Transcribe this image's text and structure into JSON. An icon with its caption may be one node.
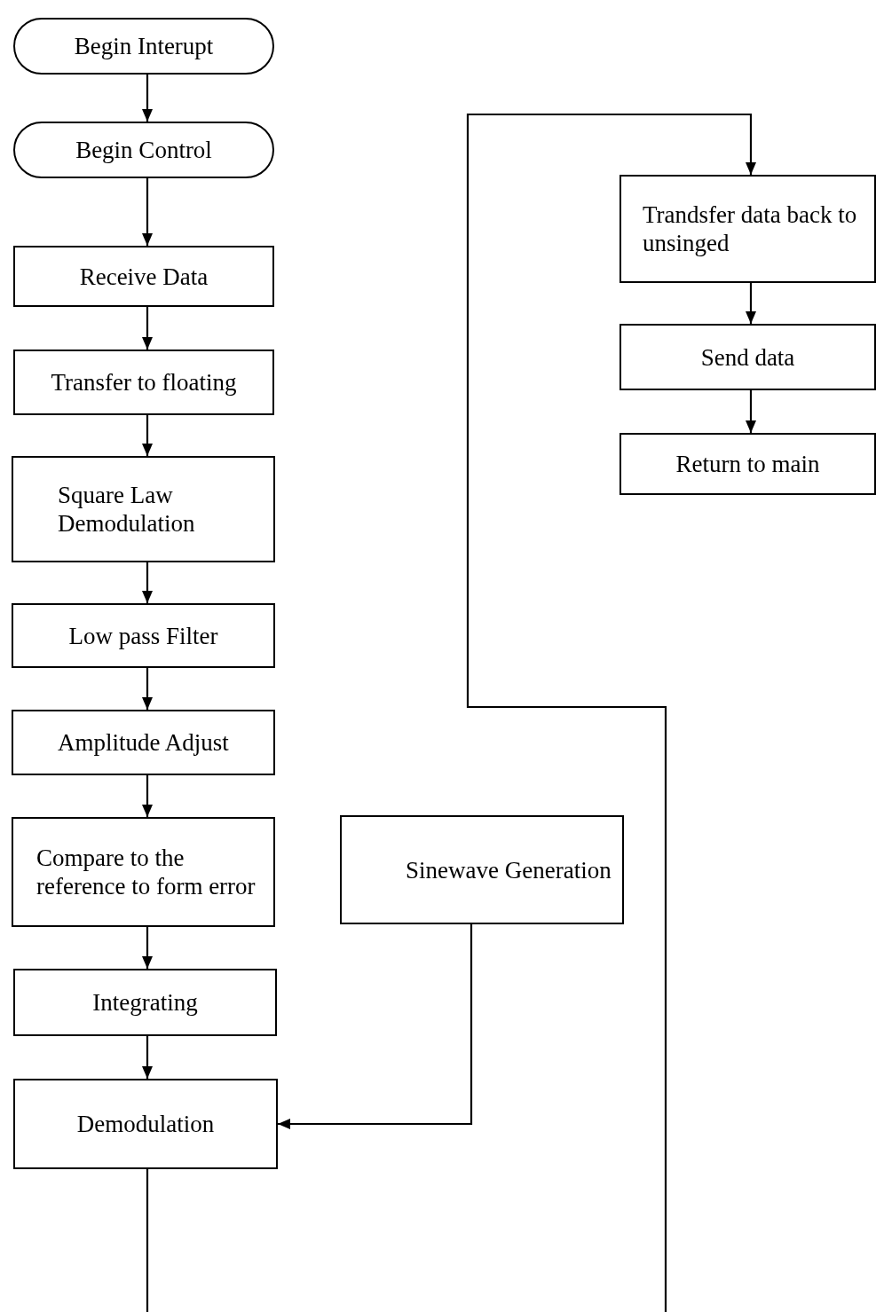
{
  "diagram": {
    "nodes": [
      {
        "text": [
          "Begin Interupt"
        ]
      },
      {
        "text": [
          "Begin Control"
        ]
      },
      {
        "text": [
          "Receive Data"
        ]
      },
      {
        "text": [
          "Transfer to floating"
        ]
      },
      {
        "text": [
          "Square Law Demodulation"
        ]
      },
      {
        "text": [
          "Low pass Filter"
        ]
      },
      {
        "text": [
          "Amplitude Adjust"
        ]
      },
      {
        "text": [
          "Compare to the reference to form error"
        ]
      },
      {
        "text": [
          "Integrating"
        ]
      },
      {
        "text": [
          "Demodulation"
        ]
      },
      {
        "text": [
          "Sinewave Generation"
        ]
      },
      {
        "text": [
          "Trandsfer data back to unsinged"
        ]
      },
      {
        "text": [
          "Send data"
        ]
      },
      {
        "text": [
          "Return to main"
        ]
      }
    ],
    "edges": [
      {
        "from": 0,
        "to": 1,
        "arrow": "to"
      },
      {
        "from": 1,
        "to": 2,
        "arrow": "to"
      },
      {
        "from": 2,
        "to": 3,
        "arrow": "to"
      },
      {
        "from": 3,
        "to": 4,
        "arrow": "to"
      },
      {
        "from": 4,
        "to": 5,
        "arrow": "to"
      },
      {
        "from": 5,
        "to": 6,
        "arrow": "to"
      },
      {
        "from": 6,
        "to": 7,
        "arrow": "to"
      },
      {
        "from": 7,
        "to": 8,
        "arrow": "to"
      },
      {
        "from": 8,
        "to": 9,
        "arrow": "to"
      },
      {
        "from": 10,
        "to": 9,
        "arrow": "to"
      },
      {
        "from": 9,
        "to": null,
        "arrow": "none"
      },
      {
        "from": null,
        "to": 11,
        "arrow": "to"
      },
      {
        "from": 11,
        "to": 12,
        "arrow": "to"
      },
      {
        "from": 12,
        "to": 13,
        "arrow": "to"
      }
    ]
  }
}
